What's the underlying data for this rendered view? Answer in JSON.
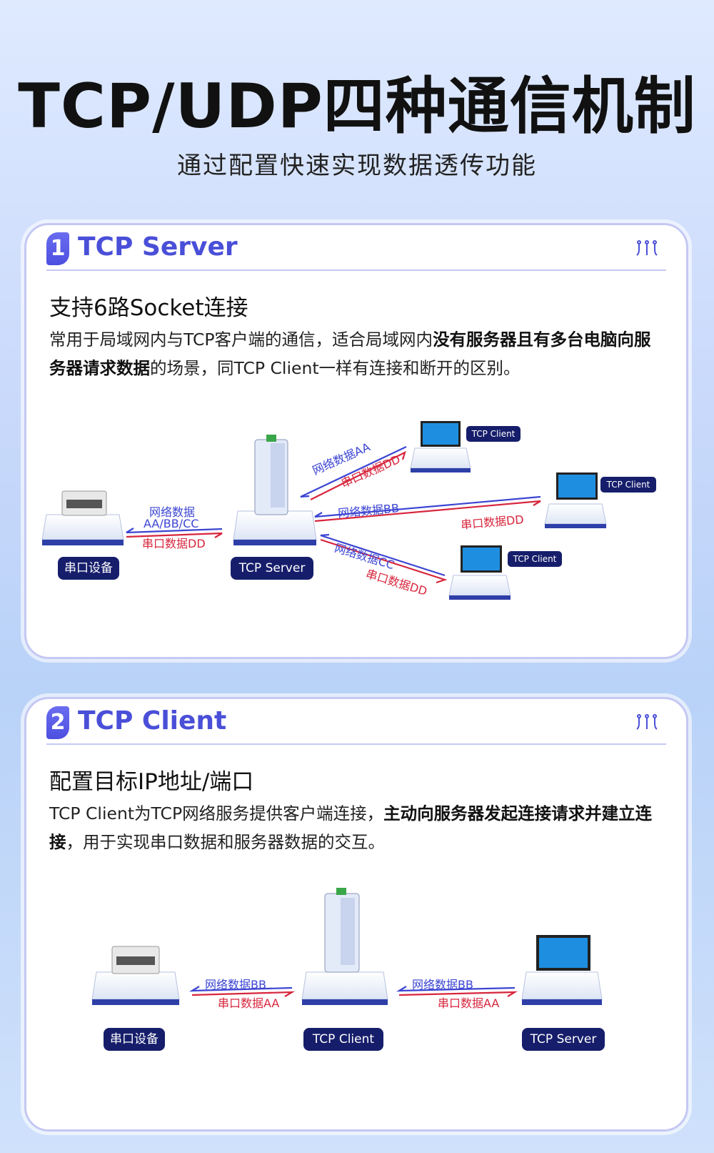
{
  "header": {
    "title": "TCP/UDP四种通信机制",
    "subtitle": "通过配置快速实现数据透传功能"
  },
  "colors": {
    "accent": "#4a4fd8",
    "pill_bg": "#161e6b",
    "blue_arrow": "#3c45d2",
    "red_arrow": "#d7263d"
  },
  "card1": {
    "number": "1",
    "title": "TCP Server",
    "heading": "支持6路Socket连接",
    "desc_1": "常用于局域网内与TCP客户端的通信，适合局域网内",
    "desc_bold_1": "没有服务器且有多台电脑向服务器请求数据",
    "desc_2": "的场景，同TCP Client一样有连接和断开的区别。",
    "nodes": {
      "serial_device": "串口设备",
      "server": "TCP Server",
      "client_1": "TCP Client",
      "client_2": "TCP Client",
      "client_3": "TCP Client"
    },
    "links": {
      "serial_net": "网络数据",
      "serial_net_2": "AA/BB/CC",
      "serial_dd": "串口数据DD",
      "c1_net": "网络数据AA",
      "c1_dd": "串口数据DD",
      "c2_net": "网络数据BB",
      "c2_dd": "串口数据DD",
      "c3_net": "网络数据CC",
      "c3_dd": "串口数据DD"
    }
  },
  "card2": {
    "number": "2",
    "title": "TCP Client",
    "heading": "配置目标IP地址/端口",
    "desc_1": "TCP Client为TCP网络服务提供客户端连接，",
    "desc_bold_1": "主动向服务器发起连接请求并建立连接",
    "desc_2": "，用于实现串口数据和服务器数据的交互。",
    "nodes": {
      "serial_device": "串口设备",
      "client": "TCP Client",
      "server": "TCP Server"
    },
    "links": {
      "left_net": "网络数据BB",
      "left_ser": "串口数据AA",
      "right_net": "网络数据BB",
      "right_ser": "串口数据AA"
    }
  }
}
